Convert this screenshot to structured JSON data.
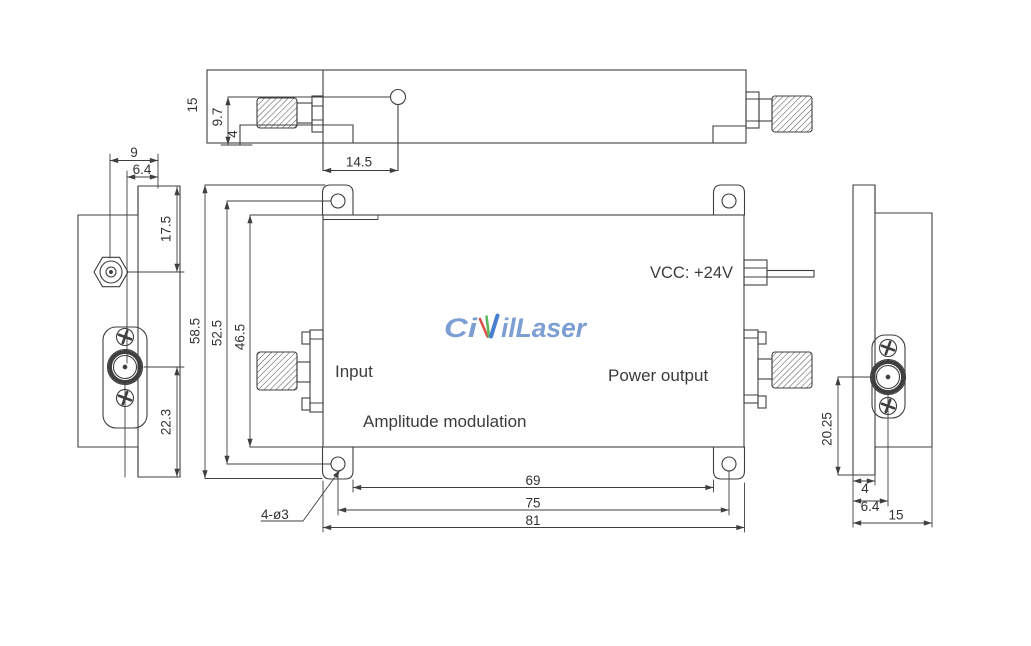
{
  "drawing": {
    "brand": {
      "full_text": "CivilLaser",
      "logo_prefix": "Ci",
      "logo_stylized_letter": "v",
      "logo_suffix": "ilLaser"
    },
    "labels": {
      "input": "Input",
      "power_output": "Power output",
      "amplitude": "Amplitude modulation",
      "vcc": "VCC: +24V",
      "hole_callout": "4-ø3"
    },
    "views": {
      "top_view": {
        "dims": {
          "height": "15",
          "connector_offset": "9.7",
          "step": "4",
          "hole_distance": "14.5"
        }
      },
      "left_side_view": {
        "dims": {
          "width_to_small_conn": "9",
          "width_to_main_conn": "6.4",
          "top_to_small_conn": "17.5",
          "main_conn_to_bottom": "22.3"
        }
      },
      "front_view": {
        "dims": {
          "overall_height": "58.5",
          "hole_spacing_v": "52.5",
          "body_height": "46.5",
          "inner_width": "69",
          "hole_spacing_h": "75",
          "overall_width": "81"
        }
      },
      "right_side_view": {
        "dims": {
          "conn_to_bottom": "20.25",
          "step": "4",
          "conn_offset": "6.4",
          "width": "15"
        }
      }
    },
    "colors": {
      "line": "#3f3f3f",
      "text": "#333333",
      "logo_blue": "#7d9ed3",
      "logo_v_red": "#d9534f",
      "logo_v_green": "#5cb85c",
      "logo_v_blue": "#4a7fd0"
    }
  }
}
